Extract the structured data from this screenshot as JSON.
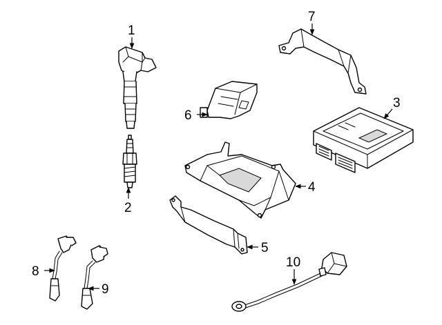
{
  "callouts": {
    "c1": "1",
    "c2": "2",
    "c3": "3",
    "c4": "4",
    "c5": "5",
    "c6": "6",
    "c7": "7",
    "c8": "8",
    "c9": "9",
    "c10": "10"
  },
  "colors": {
    "line": "#000000",
    "background": "#ffffff",
    "shade": "#d9d9d9"
  },
  "parts": [
    {
      "callout": "1",
      "icon": "ignition-coil-icon"
    },
    {
      "callout": "2",
      "icon": "spark-plug-icon"
    },
    {
      "callout": "3",
      "icon": "engine-control-module-icon"
    },
    {
      "callout": "4",
      "icon": "mounting-bracket-tray-icon"
    },
    {
      "callout": "5",
      "icon": "support-bracket-icon"
    },
    {
      "callout": "6",
      "icon": "relay-module-icon"
    },
    {
      "callout": "7",
      "icon": "strap-bracket-icon"
    },
    {
      "callout": "8",
      "icon": "sensor-lead-icon"
    },
    {
      "callout": "9",
      "icon": "sensor-lead-icon"
    },
    {
      "callout": "10",
      "icon": "knock-sensor-icon"
    }
  ]
}
